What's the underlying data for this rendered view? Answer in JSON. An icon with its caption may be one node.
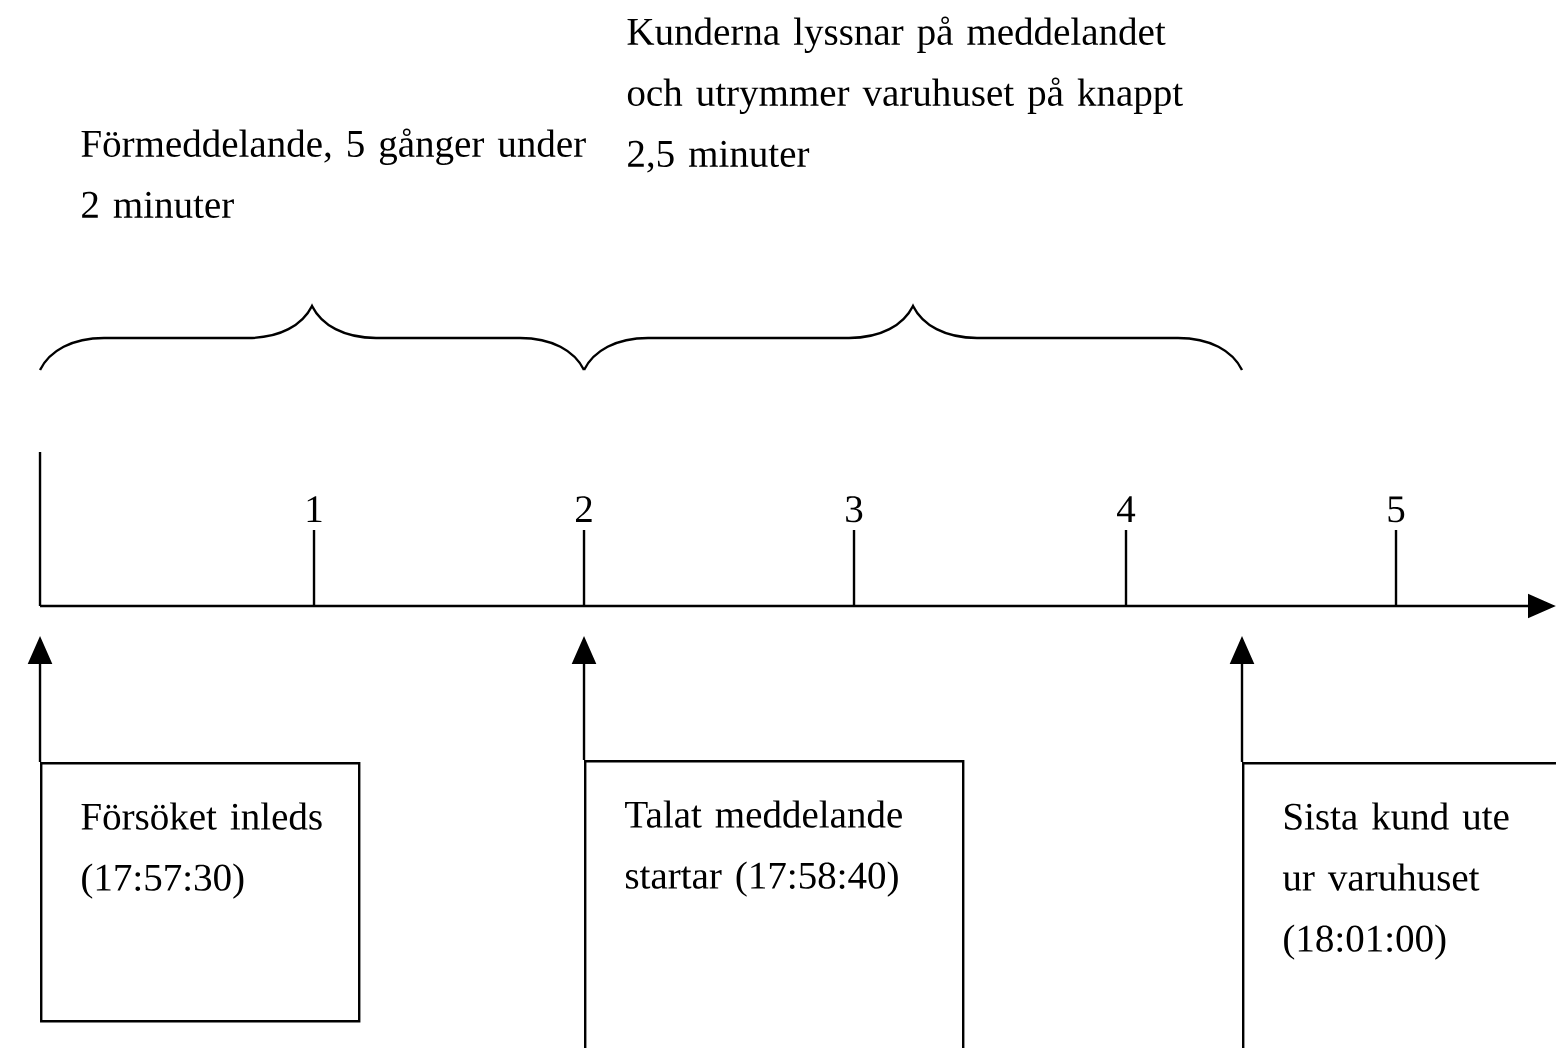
{
  "diagram": {
    "nodes": [
      {
        "text": [
          "Försöket inleds (17:57:30)"
        ]
      },
      {
        "text": [
          "Talat meddelande startar (17:58:40)"
        ]
      },
      {
        "text": [
          "Sista kund ute ur varuhuset (18:01:00)"
        ]
      }
    ],
    "edges": [
      {
        "from": 0,
        "to": null,
        "arrow": "to"
      },
      {
        "from": 1,
        "to": null,
        "arrow": "to"
      },
      {
        "from": 2,
        "to": null,
        "arrow": "to"
      }
    ],
    "labels": [
      "Förmeddelande, 5 gånger under 2 minuter",
      "Kunderna lyssnar på meddelandet och utrymmer varuhuset på knappt 2,5 minuter",
      "1",
      "2",
      "3",
      "4",
      "5"
    ]
  }
}
